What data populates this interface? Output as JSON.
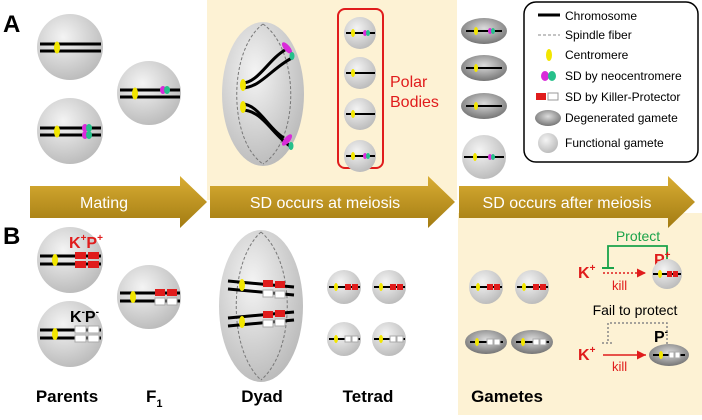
{
  "panels": {
    "a": "A",
    "b": "B"
  },
  "arrows": {
    "mating": "Mating",
    "sd_meiosis": "SD occurs at meiosis",
    "sd_after": "SD occurs after meiosis"
  },
  "polar_bodies": {
    "line1": "Polar",
    "line2": "Bodies"
  },
  "legend": {
    "chromosome": "Chromosome",
    "spindle": "Spindle fiber",
    "centromere": "Centromere",
    "neocentromere": "SD by neocentromere",
    "killer_protector": "SD by Killer-Protector",
    "degenerated": "Degenerated gamete",
    "functional": "Functional gamete"
  },
  "genotypes": {
    "kp_plus": {
      "k": "K",
      "ks": "+",
      "p": "P",
      "ps": "+"
    },
    "kp_minus": {
      "k": "K",
      "ks": "-",
      "p": "P",
      "ps": "-"
    }
  },
  "gametes_panel": {
    "protect": "Protect",
    "fail": "Fail to protect",
    "p_plus": {
      "p": "P",
      "s": "+"
    },
    "p_minus": {
      "p": "P",
      "s": "-"
    },
    "k_plus": {
      "k": "K",
      "s": "+"
    },
    "kill": "kill"
  },
  "bottom_labels": {
    "parents": "Parents",
    "f1": "F",
    "f1_sub": "1",
    "dyad": "Dyad",
    "tetrad": "Tetrad",
    "gametes": "Gametes"
  },
  "colors": {
    "meiosis_bg": "#fdf2d4",
    "arrow": "#b8901a",
    "red": "#e01c1c",
    "green": "#1aa34a",
    "centromere": "#f2e600",
    "neo_magenta": "#d92bd9",
    "neo_green": "#27c08b"
  }
}
